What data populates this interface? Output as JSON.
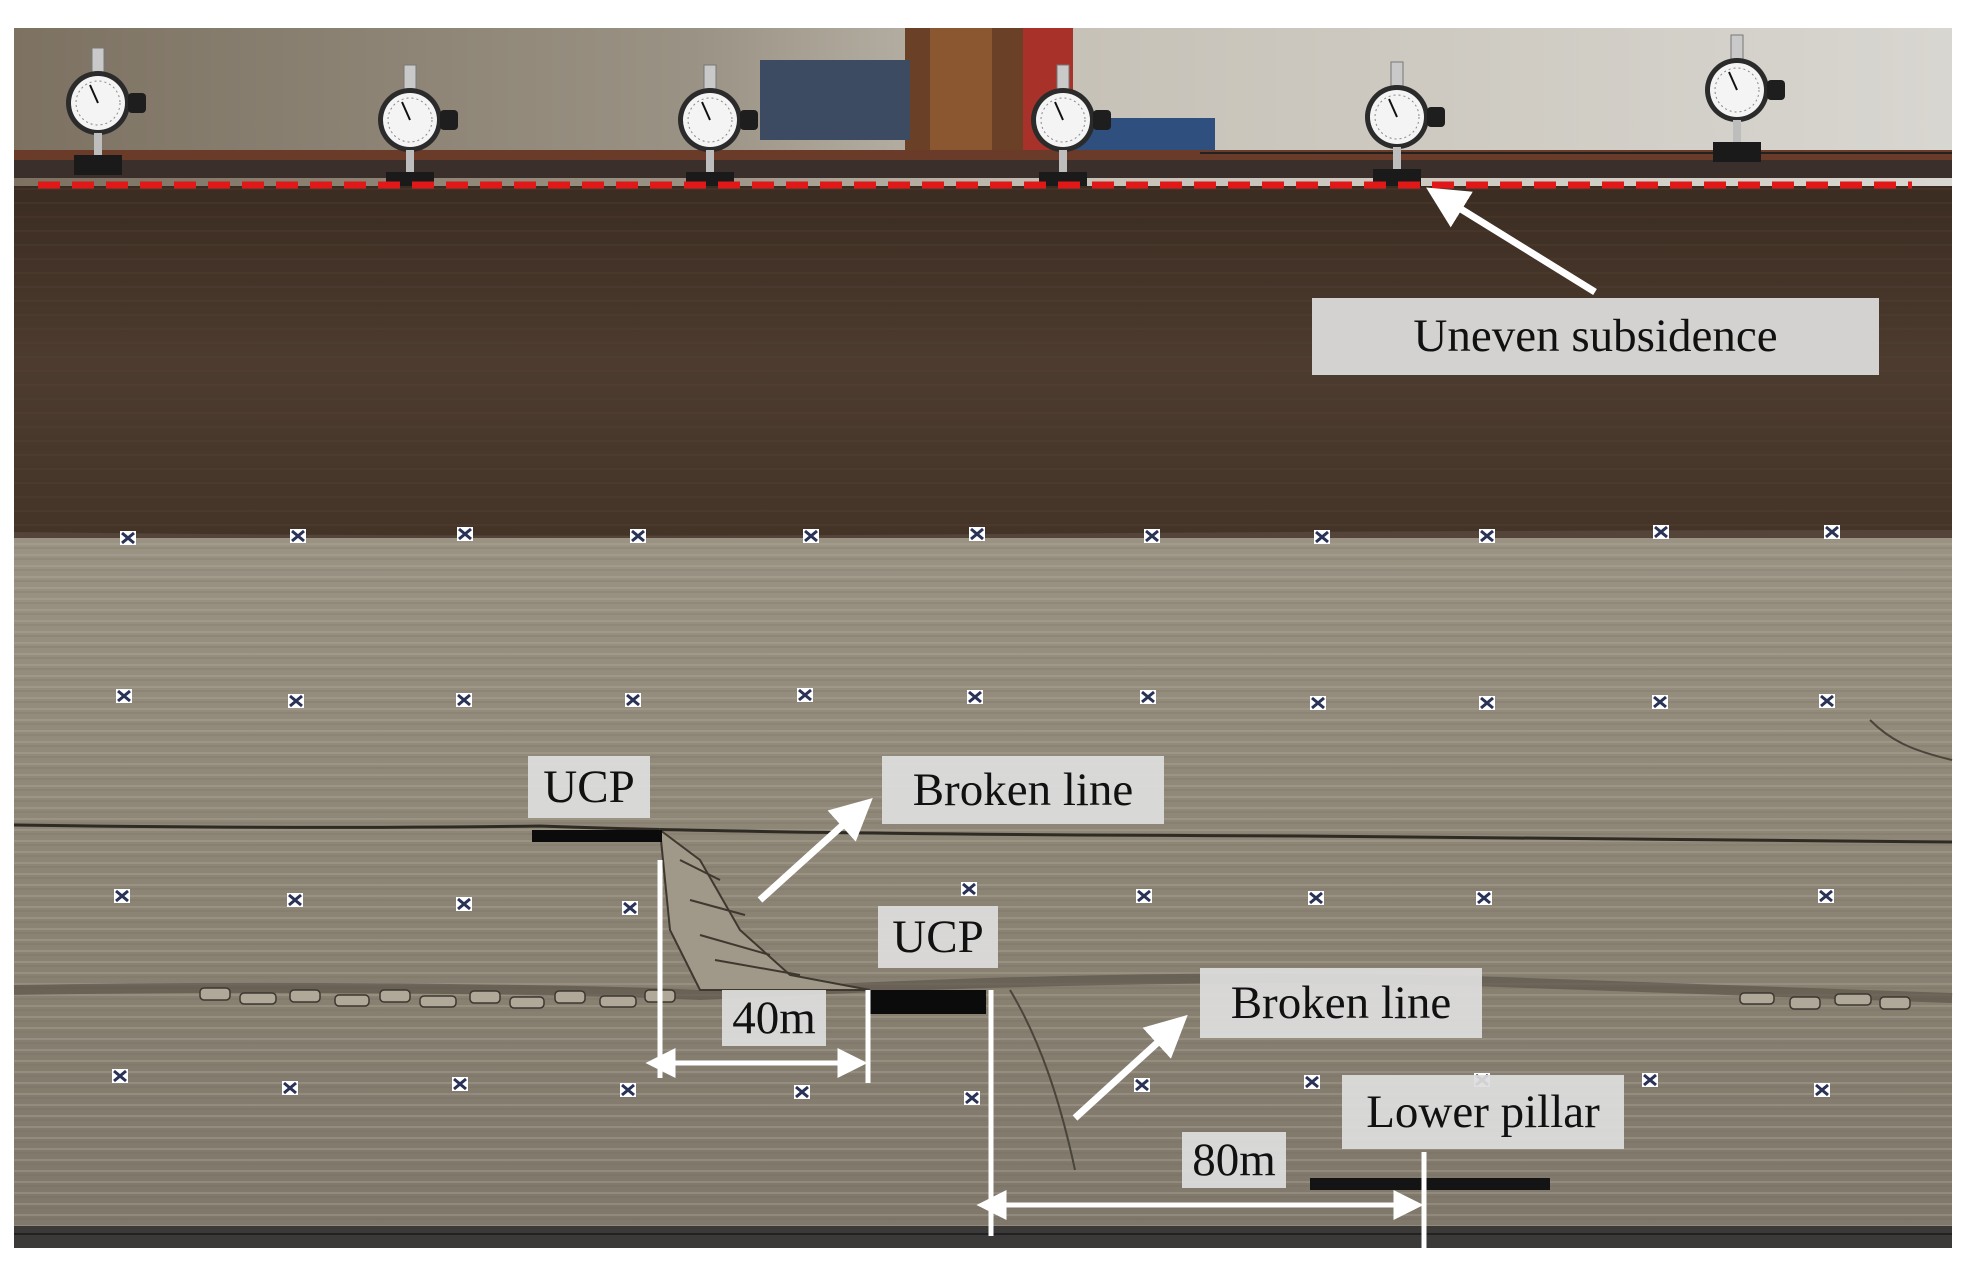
{
  "annotations": {
    "uneven_subsidence": "Uneven subsidence",
    "ucp_upper": "UCP",
    "ucp_lower": "UCP",
    "broken_line_upper": "Broken line",
    "broken_line_lower": "Broken line",
    "lower_pillar": "Lower pillar",
    "distance_40m": "40m",
    "distance_80m": "80m"
  },
  "colors": {
    "subsidence_line": "#e01818",
    "arrow": "#ffffff",
    "upper_strata": "#4a3a2e",
    "lower_strata": "#8e8676",
    "coal_pillar": "#0b0b0b"
  },
  "icons": [
    "dial-gauge-icon",
    "marker-point-icon"
  ]
}
